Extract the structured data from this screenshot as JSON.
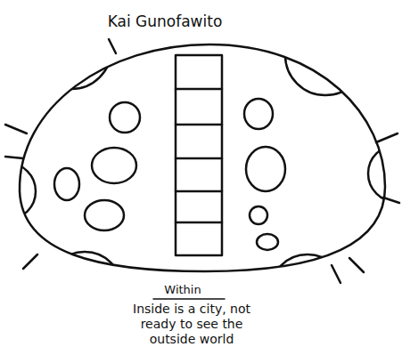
{
  "diagram": {
    "labels": [
      "Kai Gunofawito",
      "Within",
      "Inside is a city, not ready to see the outside world"
    ]
  }
}
